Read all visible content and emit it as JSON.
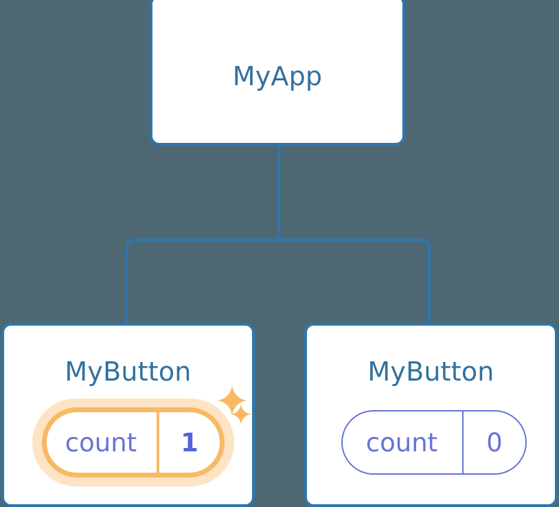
{
  "diagram": {
    "type": "component-tree",
    "background_color": "#4d6872",
    "node_border_color": "#2e76ae",
    "node_title_color": "#31719f",
    "connector_color": "#2e76ae",
    "state_color": "#6673d6",
    "highlight_color": "#f8b963",
    "highlight_glow_color": "#f8b963",
    "highlight_value_color": "#5561db"
  },
  "root": {
    "title": "MyApp"
  },
  "children": [
    {
      "title": "MyButton",
      "highlighted": true,
      "state": {
        "key": "count",
        "value": "1"
      },
      "sparkles": [
        "sparkle-large",
        "sparkle-small"
      ]
    },
    {
      "title": "MyButton",
      "highlighted": false,
      "state": {
        "key": "count",
        "value": "0"
      }
    }
  ]
}
